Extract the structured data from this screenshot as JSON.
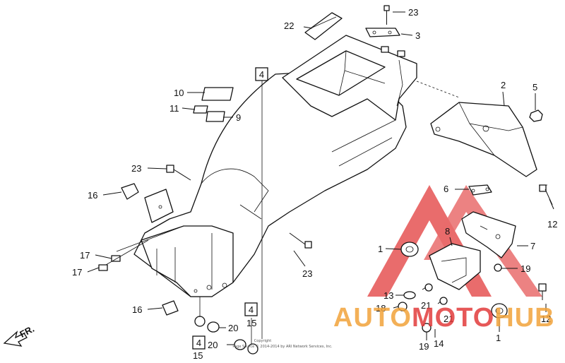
{
  "diagram": {
    "callouts": [
      {
        "id": "c1a",
        "text": "1"
      },
      {
        "id": "c1b",
        "text": "1"
      },
      {
        "id": "c2",
        "text": "2"
      },
      {
        "id": "c3",
        "text": "3"
      },
      {
        "id": "c4a",
        "text": "4"
      },
      {
        "id": "c4b",
        "text": "4"
      },
      {
        "id": "c4c",
        "text": "4"
      },
      {
        "id": "c5",
        "text": "5"
      },
      {
        "id": "c6",
        "text": "6"
      },
      {
        "id": "c7",
        "text": "7"
      },
      {
        "id": "c8",
        "text": "8"
      },
      {
        "id": "c9",
        "text": "9"
      },
      {
        "id": "c10",
        "text": "10"
      },
      {
        "id": "c11",
        "text": "11"
      },
      {
        "id": "c12a",
        "text": "12"
      },
      {
        "id": "c12b",
        "text": "12"
      },
      {
        "id": "c13",
        "text": "13"
      },
      {
        "id": "c14",
        "text": "14"
      },
      {
        "id": "c15a",
        "text": "15"
      },
      {
        "id": "c15b",
        "text": "15"
      },
      {
        "id": "c16a",
        "text": "16"
      },
      {
        "id": "c16b",
        "text": "16"
      },
      {
        "id": "c17a",
        "text": "17"
      },
      {
        "id": "c17b",
        "text": "17"
      },
      {
        "id": "c18",
        "text": "18"
      },
      {
        "id": "c19a",
        "text": "19"
      },
      {
        "id": "c19b",
        "text": "19"
      },
      {
        "id": "c20a",
        "text": "20"
      },
      {
        "id": "c20b",
        "text": "20"
      },
      {
        "id": "c21a",
        "text": "21"
      },
      {
        "id": "c21b",
        "text": "21"
      },
      {
        "id": "c22",
        "text": "22"
      },
      {
        "id": "c23a",
        "text": "23"
      },
      {
        "id": "c23b",
        "text": "23"
      },
      {
        "id": "c23c",
        "text": "23"
      }
    ],
    "front_arrow": "FR.",
    "copyright_line1": "Copyright",
    "copyright_line2": "Page Source © 2014-2014 by ARI Network Services, Inc.",
    "watermark": {
      "part1": "AUTO",
      "part2": "MOTO",
      "part3": "HUB",
      "color_orange": "#f2a33a",
      "color_red": "#e23b3b"
    }
  }
}
